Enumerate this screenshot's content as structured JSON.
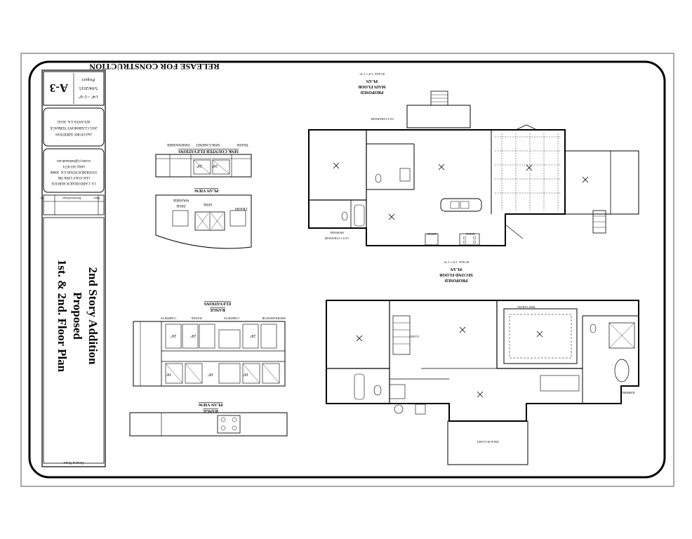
{
  "header": {
    "release_stamp": "RELEASE FOR CONSTRUCTION"
  },
  "title_block": {
    "sheet_number": "A-3",
    "scale": "1/4\" =1'-0\"",
    "date": "5/04/2015",
    "project_label": "Project",
    "firm_lines": [
      "J.S. CADD DESIGN SERVICE",
      "1426 GOLF LINK DR.",
      "STONEMOUNTAIN GA. 30088",
      "(404) 502-8574",
      "svslavy1@bellsouth.net"
    ],
    "project_lines": [
      "2nd STORY ADDITION",
      "2035 CLAIRMONT TERRACE",
      "ATLANTA GA. 30345"
    ],
    "revision_headers": [
      "No.",
      "Revision/Issue",
      "Date"
    ],
    "drawing_title": [
      "2nd Story Addition",
      "Proposed",
      "1st. & 2nd. Floor Plan"
    ],
    "general_notes": "General Notes"
  },
  "main_floor": {
    "title": [
      "PROPOSED",
      "MAIN FLOOR",
      "PLAN"
    ],
    "scale": "SCALE: 1/4\"= 1'-0\"",
    "labels": {
      "transom": "3-0 2-6 TRANSOM",
      "range": "RANGE",
      "refrig": "REFRIG",
      "transom_2": "2-0 X 1-0 TRANSOM",
      "proposed": "PROPOSED"
    }
  },
  "second_floor": {
    "title": [
      "PROPOSED",
      "SECOND FLOOR",
      "PLAN"
    ],
    "scale": "SCALE: 1/4\"= 1'-0\"",
    "labels": {
      "tray_ceiling": "TRAY CEILING",
      "closet": "CLOSET",
      "tempered": "TEMPERED",
      "walk_in": "WALK-IN CLOSET"
    }
  },
  "sink_section": {
    "elevation_title": "SINK COUNTER ELEVATIONS",
    "elev_labels": [
      "TRASH",
      "SINK/CABINET",
      "DISHWASHER"
    ],
    "plan_title": "PLAN VIEW",
    "plan_labels": [
      "TRASH",
      "SINK",
      "WASHER",
      "DISH"
    ],
    "dims": [
      "24\"",
      "24\""
    ]
  },
  "range_section": {
    "elevation_title": [
      "RANGE",
      "ELEVATIONS"
    ],
    "elev_labels": [
      "CABINETS",
      "RANGE",
      "CABINETS",
      "REFRIGERATOR"
    ],
    "plan_title": [
      "RANGE",
      "PLAN VIEW"
    ],
    "dims": [
      "24\"",
      "24\"",
      "24\"",
      "18\"",
      "18\"",
      "18\""
    ]
  },
  "colors": {
    "ink": "#1a1a1a",
    "paper": "#ffffff",
    "frame": "#000000"
  }
}
